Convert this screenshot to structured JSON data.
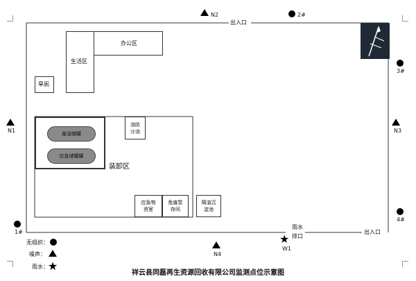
{
  "colors": {
    "tank_fill": "#8a8a8a",
    "compass_bg": "#1f2a36",
    "line": "#333333"
  },
  "areas": {
    "office": "办公区",
    "living": "生活区",
    "toilet": "旱厕",
    "fire_sand": [
      "消防",
      "沙池"
    ],
    "tank1": "废油储罐",
    "tank2": "应急储罐罐",
    "loading": "装卸区",
    "emergency": [
      "应急物",
      "资室"
    ],
    "hazard": [
      "危废暂",
      "存间"
    ],
    "oil_sep": [
      "隔油沉",
      "淀池"
    ]
  },
  "exits": {
    "top": "出入口",
    "bottom": "出入口"
  },
  "rain_outlet": [
    "雨水",
    "排口"
  ],
  "points": {
    "N1": "N1",
    "N2": "N2",
    "N3": "N3",
    "N4": "N4",
    "p1": "1#",
    "p2": "2#",
    "p3": "3#",
    "p4": "4#",
    "W1": "W1"
  },
  "legend": {
    "unorganized": "无组织：",
    "noise": "噪声：",
    "rain": "雨水："
  },
  "caption": "祥云县同磊再生资源回收有限公司监测点位示意图",
  "icons": {
    "compass": "compass-icon"
  }
}
